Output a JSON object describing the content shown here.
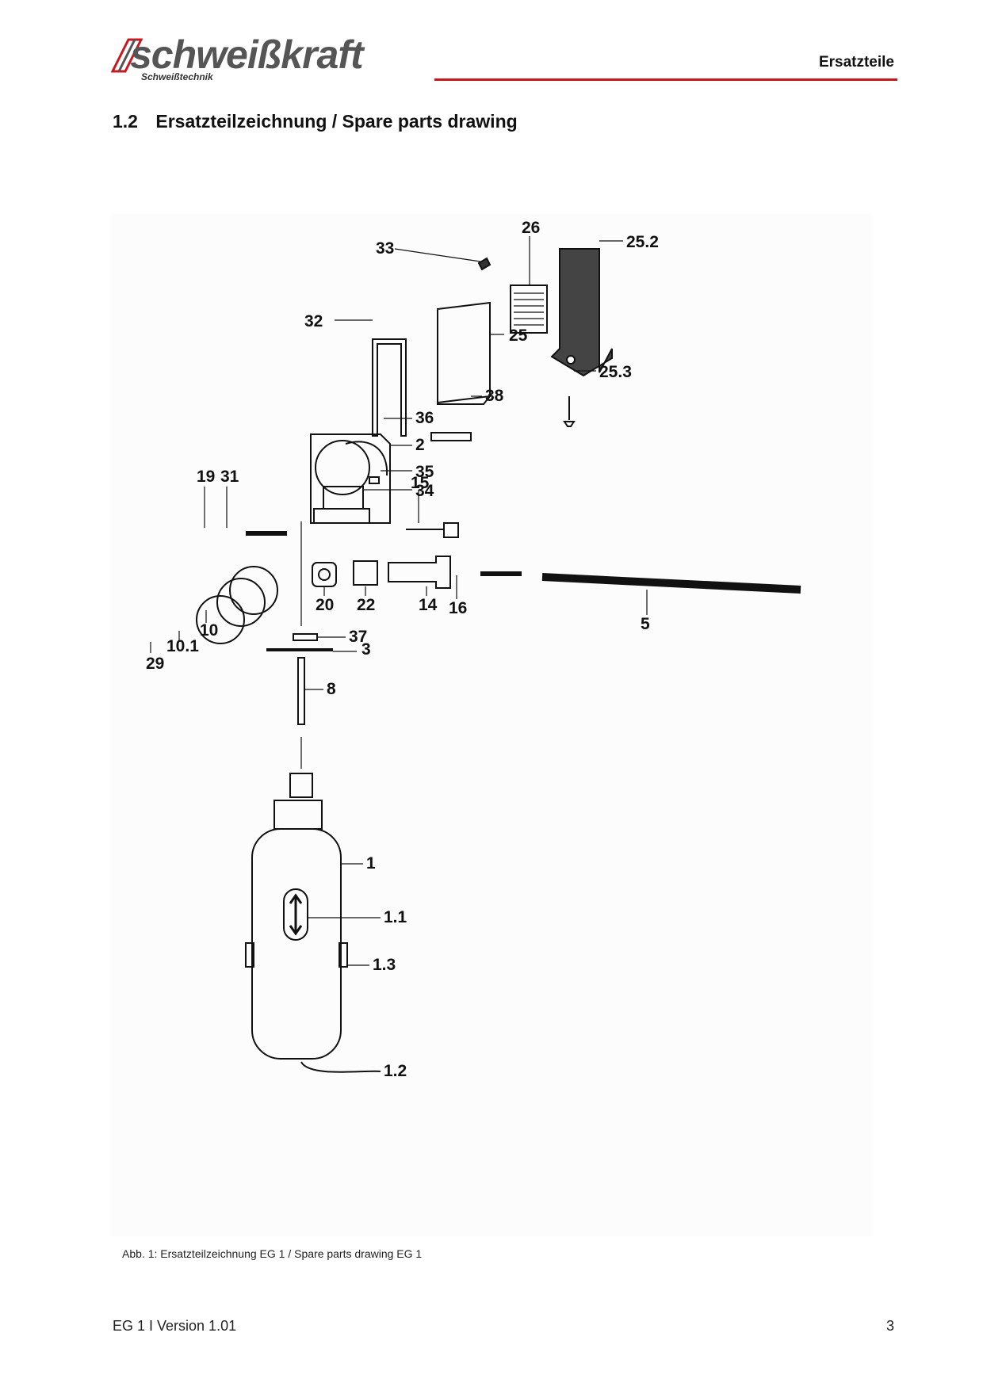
{
  "header": {
    "brand": "schweißkraft",
    "brand_sub": "Schweißtechnik",
    "title": "Ersatzteile",
    "accent_color": "#c8181e"
  },
  "section": {
    "number": "1.2",
    "title": "Ersatzteilzeichnung / Spare parts drawing"
  },
  "drawing": {
    "part_labels": [
      "26",
      "33",
      "25.2",
      "32",
      "25",
      "25.3",
      "38",
      "36",
      "2",
      "19",
      "31",
      "35",
      "15",
      "34",
      "20",
      "22",
      "14",
      "16",
      "5",
      "10",
      "10.1",
      "29",
      "37",
      "3",
      "8",
      "1",
      "1.1",
      "1.3",
      "1.2"
    ]
  },
  "caption": "Abb. 1: Ersatzteilzeichnung EG 1 / Spare parts drawing EG 1",
  "footer": {
    "doc": "EG 1 I Version 1.01",
    "page": "3"
  }
}
